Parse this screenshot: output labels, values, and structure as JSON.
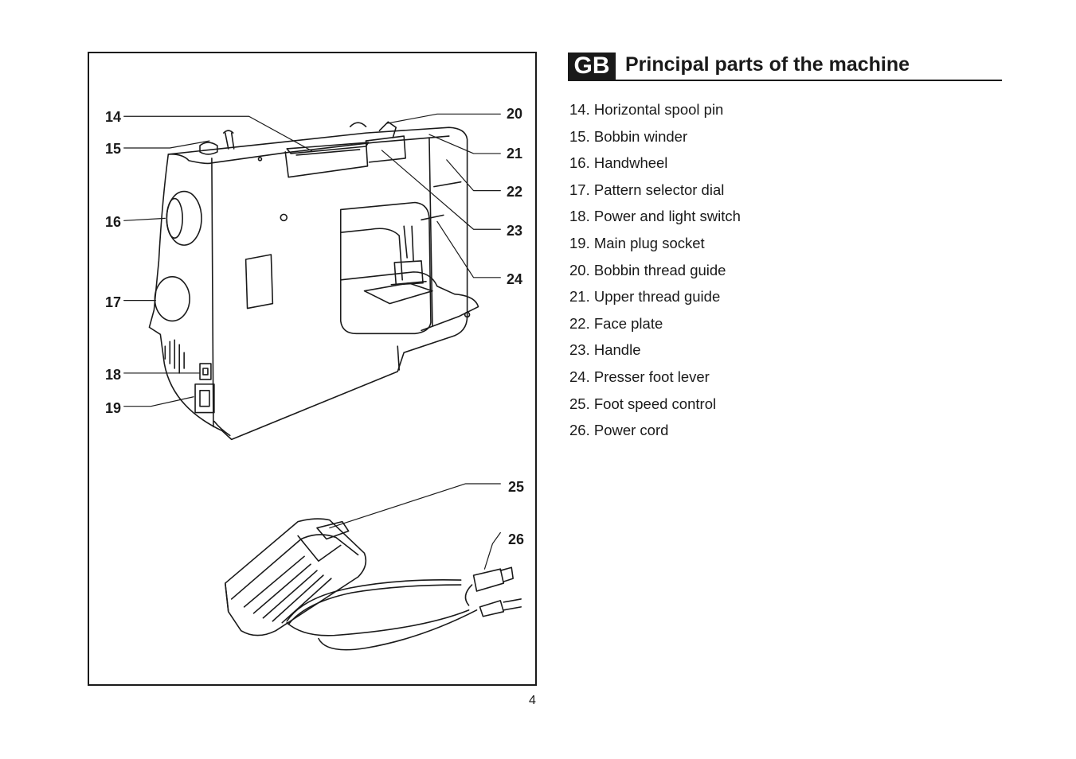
{
  "heading": {
    "lang_code": "GB",
    "title": "Principal parts of the machine"
  },
  "parts": [
    {
      "text": "14. Horizontal spool pin"
    },
    {
      "text": "15. Bobbin winder"
    },
    {
      "text": "16. Handwheel"
    },
    {
      "text": "17. Pattern selector dial"
    },
    {
      "text": "18. Power and light switch"
    },
    {
      "text": "19. Main plug socket"
    },
    {
      "text": "20. Bobbin thread guide"
    },
    {
      "text": "21. Upper thread guide"
    },
    {
      "text": "22. Face plate"
    },
    {
      "text": "23. Handle"
    },
    {
      "text": "24. Presser foot lever"
    },
    {
      "text": "25. Foot speed control"
    },
    {
      "text": "26. Power cord"
    }
  ],
  "callouts": {
    "n14": "14",
    "n15": "15",
    "n16": "16",
    "n17": "17",
    "n18": "18",
    "n19": "19",
    "n20": "20",
    "n21": "21",
    "n22": "22",
    "n23": "23",
    "n24": "24",
    "n25": "25",
    "n26": "26"
  },
  "page_number": "4"
}
